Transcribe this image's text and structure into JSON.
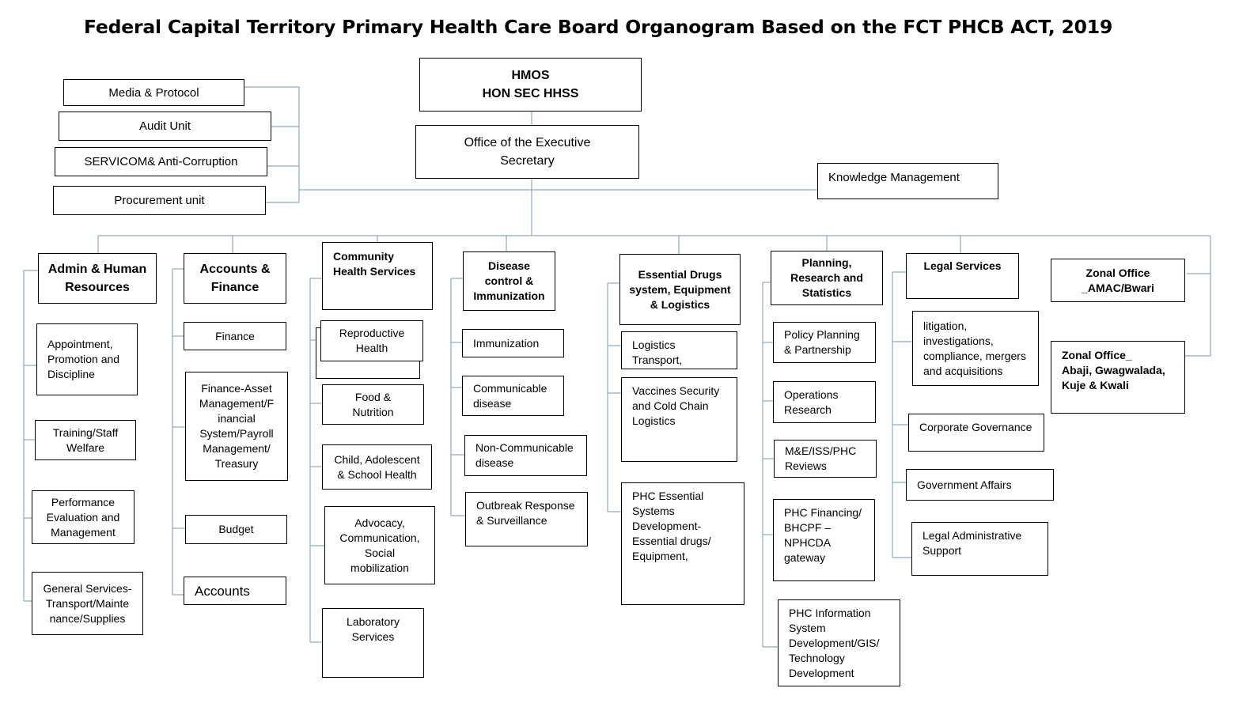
{
  "title": "Federal Capital Territory Primary Health Care Board Organogram Based on the FCT PHCB ACT, 2019",
  "top": {
    "hmos": "HMOS\nHON SEC HHSS",
    "executive_secretary": "Office of the Executive\nSecretary",
    "knowledge_management": "Knowledge Management"
  },
  "support_units": [
    "Media & Protocol",
    "Audit Unit",
    "SERVICOM& Anti-Corruption",
    "Procurement unit"
  ],
  "departments": {
    "admin": {
      "head": "Admin & Human\nResources",
      "units": [
        "Appointment,\nPromotion and\nDiscipline",
        "Training/Staff\nWelfare",
        "Performance\nEvaluation and\nManagement",
        "General Services-\nTransport/Mainte\nnance/Supplies"
      ]
    },
    "accounts": {
      "head": "Accounts &\nFinance",
      "units": [
        "Finance",
        "Finance-Asset\nManagement/F\ninancial\nSystem/Payroll\nManagement/\nTreasury",
        "Budget",
        "Accounts"
      ]
    },
    "community": {
      "head": "Community\nHealth Services",
      "units": [
        "Reproductive\nHealth",
        "Food &\nNutrition",
        "Child, Adolescent\n& School Health",
        "Advocacy,\nCommunication,\nSocial\nmobilization",
        "Laboratory\nServices"
      ]
    },
    "disease": {
      "head": "Disease\ncontrol &\nImmunization",
      "units": [
        "Immunization",
        "Communicable\ndisease",
        "Non-Communicable\ndisease",
        "Outbreak Response\n& Surveillance"
      ]
    },
    "drugs": {
      "head": "Essential Drugs\nsystem, Equipment\n& Logistics",
      "units": [
        "Logistics\nTransport,",
        "Vaccines Security\nand Cold Chain\nLogistics",
        "PHC Essential\nSystems\nDevelopment-\nEssential drugs/\nEquipment,"
      ]
    },
    "planning": {
      "head": "Planning,\nResearch and\nStatistics",
      "units": [
        "Policy Planning\n& Partnership",
        "Operations\nResearch",
        "M&E/ISS/PHC\nReviews",
        "PHC Financing/\nBHCPF –\nNPHCDA\ngateway",
        "PHC Information\nSystem\nDevelopment/GIS/\nTechnology\nDevelopment"
      ]
    },
    "legal": {
      "head": "Legal Services",
      "units": [
        "litigation,\ninvestigations,\ncompliance, mergers\nand acquisitions",
        "Corporate Governance",
        "Government Affairs",
        "Legal Administrative\nSupport"
      ]
    },
    "zonal": {
      "offices": [
        "Zonal Office\n_AMAC/Bwari",
        "Zonal Office_\nAbaji, Gwagwalada,\nKuje & Kwali"
      ]
    }
  }
}
